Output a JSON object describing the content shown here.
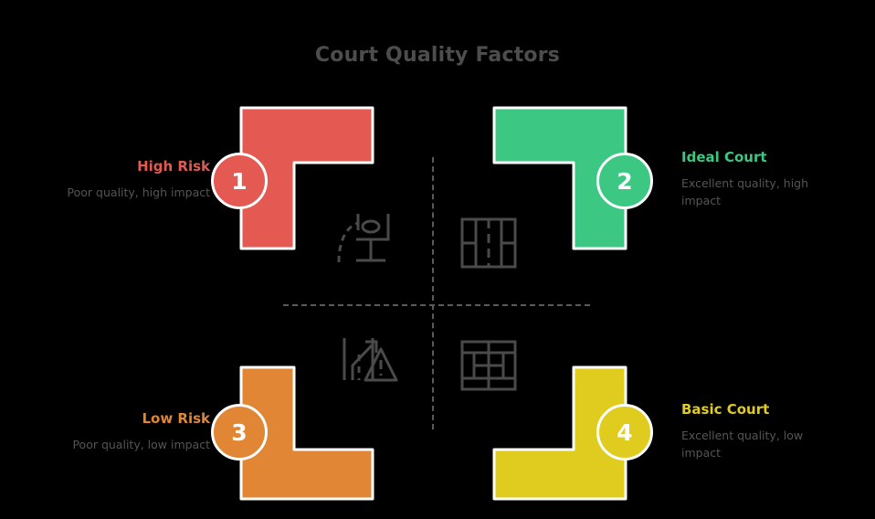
{
  "chart_data": {
    "type": "diagram",
    "subtype": "2x2-quadrant-matrix",
    "title": "Court Quality Factors",
    "quadrants": [
      {
        "number": "1",
        "heading": "High Risk",
        "description": "Poor quality, high impact",
        "color": "#e45a52",
        "position": "top-left",
        "label_side": "left"
      },
      {
        "number": "2",
        "heading": "Ideal Court",
        "description": "Excellent quality, high impact",
        "color": "#3cc882",
        "position": "top-right",
        "label_side": "right"
      },
      {
        "number": "3",
        "heading": "Low Risk",
        "description": "Poor quality, low impact",
        "color": "#e08634",
        "position": "bottom-left",
        "label_side": "left"
      },
      {
        "number": "4",
        "heading": "Basic Court",
        "description": "Excellent quality, low impact",
        "color": "#e0cc1e",
        "position": "bottom-right",
        "label_side": "right"
      }
    ],
    "axes": {
      "style": "dashed",
      "color": "#5a5a5a",
      "horizontal": true,
      "vertical": true,
      "labels": []
    },
    "center_icons": [
      {
        "name": "basketball-hoop-icon",
        "position": "top-left"
      },
      {
        "name": "tennis-court-side-icon",
        "position": "top-right"
      },
      {
        "name": "road-merge-warning-icon",
        "position": "bottom-left"
      },
      {
        "name": "tennis-court-top-icon",
        "position": "bottom-right"
      }
    ],
    "background": "#000000",
    "title_color": "#4d4d4d",
    "description_color": "#555555",
    "badge_text_color": "#ffffff"
  },
  "title": {
    "text": "Court Quality Factors"
  },
  "quad1": {
    "number": "1",
    "heading": "High Risk",
    "description": "Poor quality, high impact"
  },
  "quad2": {
    "number": "2",
    "heading": "Ideal Court",
    "description": "Excellent quality, high impact"
  },
  "quad3": {
    "number": "3",
    "heading": "Low Risk",
    "description": "Poor quality, low impact"
  },
  "quad4": {
    "number": "4",
    "heading": "Basic Court",
    "description": "Excellent quality, low impact"
  },
  "colors": {
    "red": "#e45a52",
    "green": "#3cc882",
    "orange": "#e08634",
    "yellow": "#e0cc1e",
    "dash": "#5a5a5a",
    "icon": "#4a4a4a",
    "white": "#ffffff"
  }
}
